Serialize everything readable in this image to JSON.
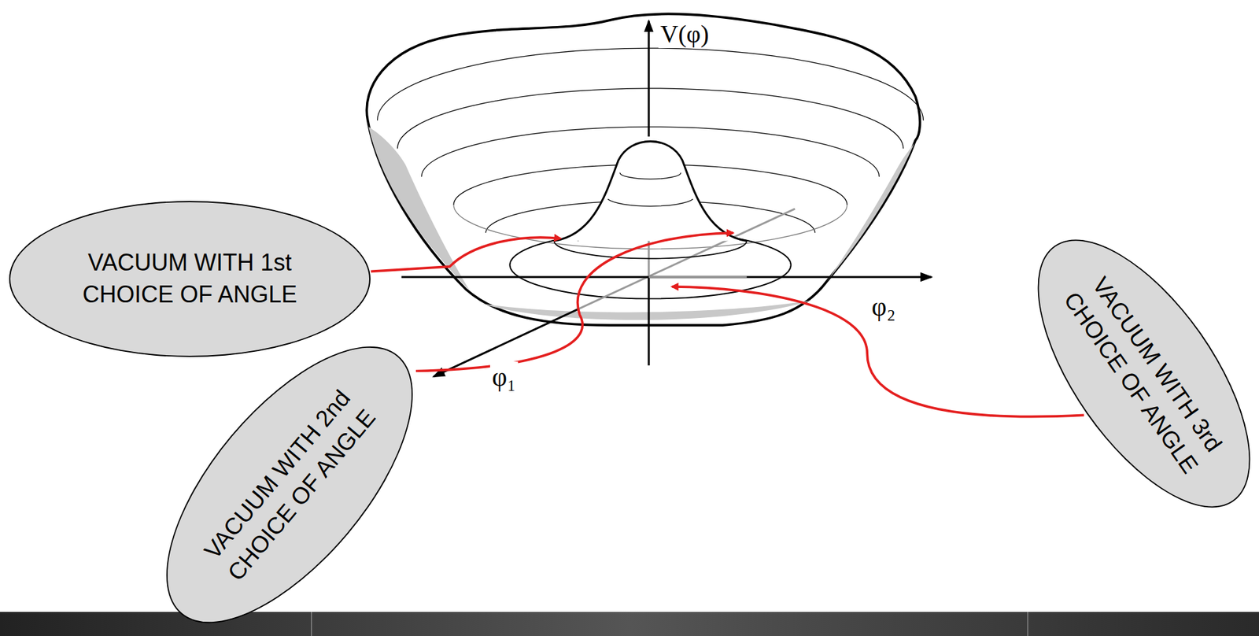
{
  "diagram": {
    "nodes": [
      {
        "text": [
          "VACUUM WITH 1st CHOICE OF ANGLE"
        ]
      },
      {
        "text": [
          "VACUUM WITH 2nd CHOICE OF ANGLE"
        ]
      },
      {
        "text": [
          "VACUUM WITH 3rd CHOICE OF ANGLE"
        ]
      }
    ],
    "labels": [
      "V(φ)",
      "φ₂",
      "φ₁"
    ]
  }
}
